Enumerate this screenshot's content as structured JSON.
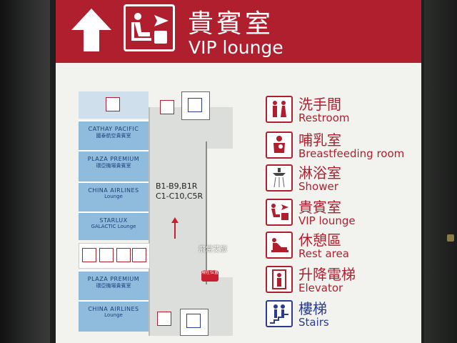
{
  "header": {
    "title_cn": "貴賓室",
    "title_en": "VIP lounge"
  },
  "map": {
    "lounges": [
      {
        "line1": "CATHAY PACIFIC",
        "line2": "國泰航空貴賓室"
      },
      {
        "line1": "PLAZA PREMIUM",
        "line2": "環亞機場貴賓室"
      },
      {
        "line1": "CHINA AIRLINES",
        "line2": "Lounge"
      },
      {
        "line1": "STARLUX",
        "line2": "GALACTIC Lounge"
      },
      {
        "line1": "PLAZA PREMIUM",
        "line2": "環亞機場貴賓室"
      },
      {
        "line1": "CHINA AIRLINES",
        "line2": "Lounge"
      }
    ],
    "gates_line1": "B1-B9,B1R",
    "gates_line2": "C1-C10,C5R",
    "watermark": "飛常艾旅",
    "you_are_here": "現在位置"
  },
  "legend": [
    {
      "cn": "洗手間",
      "en": "Restroom",
      "icon": "restroom-icon",
      "color": "#b01f2e"
    },
    {
      "cn": "哺乳室",
      "en": "Breastfeeding room",
      "icon": "breastfeeding-icon",
      "color": "#b01f2e"
    },
    {
      "cn": "淋浴室",
      "en": "Shower",
      "icon": "shower-icon",
      "color": "#b01f2e"
    },
    {
      "cn": "貴賓室",
      "en": "VIP lounge",
      "icon": "vip-lounge-icon",
      "color": "#b01f2e"
    },
    {
      "cn": "休憩區",
      "en": "Rest area",
      "icon": "rest-area-icon",
      "color": "#b01f2e"
    },
    {
      "cn": "升降電梯",
      "en": "Elevator",
      "icon": "elevator-icon",
      "color": "#b01f2e"
    },
    {
      "cn": "樓梯",
      "en": "Stairs",
      "icon": "stairs-icon",
      "color": "#2c3c8c"
    }
  ]
}
